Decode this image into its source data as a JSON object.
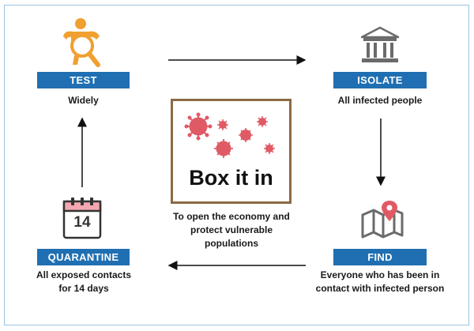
{
  "steps": [
    {
      "label": "TEST",
      "caption": "Widely",
      "icon": "magnifier-person-icon"
    },
    {
      "label": "ISOLATE",
      "caption": "All infected people",
      "icon": "building-icon"
    },
    {
      "label": "FIND",
      "caption": "Everyone who has been in contact with infected person",
      "caption_lines": [
        "Everyone who has been in",
        "contact with infected person"
      ],
      "icon": "map-pin-icon"
    },
    {
      "label": "QUARANTINE",
      "caption": "All exposed contacts for 14 days",
      "caption_lines": [
        "All exposed contacts",
        "for 14 days"
      ],
      "icon": "calendar-icon"
    }
  ],
  "calendar_day": "14",
  "center": {
    "title": "Box it in",
    "subtitle_lines": [
      "To open the economy and",
      "protect vulnerable",
      "populations"
    ],
    "icon": "virus-icon"
  },
  "colors": {
    "label_bg": "#1f6fb2",
    "accent_orange": "#f0a030",
    "virus_red": "#e05a66",
    "box_border": "#8a6a44",
    "frame_border": "#9cc4e0"
  }
}
